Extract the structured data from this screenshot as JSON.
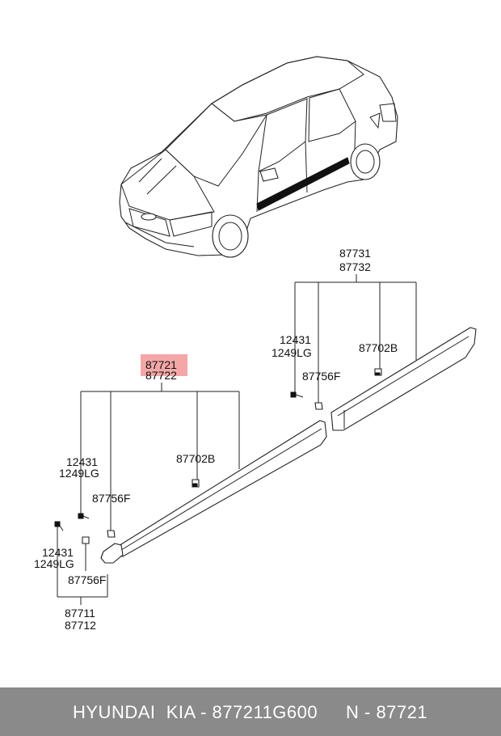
{
  "diagram": {
    "group_upper": {
      "parts": [
        "87731",
        "87732"
      ]
    },
    "group_lower": {
      "parts": [
        "87721",
        "87722"
      ],
      "highlighted": "87721"
    },
    "group_front": {
      "parts": [
        "87711",
        "87712"
      ]
    },
    "labels": {
      "screw_upper": [
        "12431",
        "1249LG"
      ],
      "clip_upper": "87756F",
      "tape_upper": "87702B",
      "screw_mid": [
        "12431",
        "1249LG"
      ],
      "clip_mid": "87756F",
      "tape_mid": "87702B",
      "screw_front": [
        "12431",
        "1249LG"
      ],
      "clip_front": "87756F"
    }
  },
  "footer": {
    "brand_part": "HYUNDAI  KIA - 877211G600",
    "ref": "N - 87721"
  }
}
